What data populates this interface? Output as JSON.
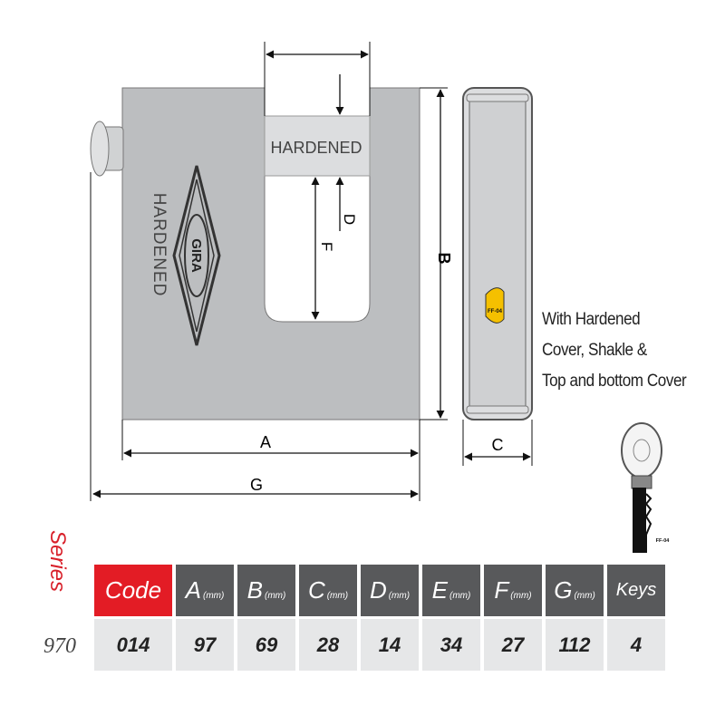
{
  "diagram": {
    "shackle_label": "HARDENED",
    "body_label": "HARDENED",
    "logo_text": "GIRA",
    "key_code": "FF-04",
    "dimensions": {
      "a": "A",
      "b": "B",
      "c": "C",
      "d": "D",
      "f": "F",
      "g": "G"
    }
  },
  "note": {
    "lines": [
      "With Hardened",
      "Cover, Shakle &",
      "Top and bottom Cover"
    ]
  },
  "series": {
    "label": "Series",
    "value": "970"
  },
  "table": {
    "headers": [
      {
        "main": "Code",
        "unit": ""
      },
      {
        "main": "A",
        "unit": "(mm)"
      },
      {
        "main": "B",
        "unit": "(mm)"
      },
      {
        "main": "C",
        "unit": "(mm)"
      },
      {
        "main": "D",
        "unit": "(mm)"
      },
      {
        "main": "E",
        "unit": "(mm)"
      },
      {
        "main": "F",
        "unit": "(mm)"
      },
      {
        "main": "G",
        "unit": "(mm)"
      },
      {
        "main": "Keys",
        "unit": ""
      }
    ],
    "rows": [
      [
        "014",
        "97",
        "69",
        "28",
        "14",
        "34",
        "27",
        "112",
        "4"
      ]
    ]
  },
  "colors": {
    "code_header": "#e31c25",
    "header": "#58595b",
    "cell": "#e6e7e8",
    "series_text": "#d8202a",
    "body": "#bcbec0"
  }
}
